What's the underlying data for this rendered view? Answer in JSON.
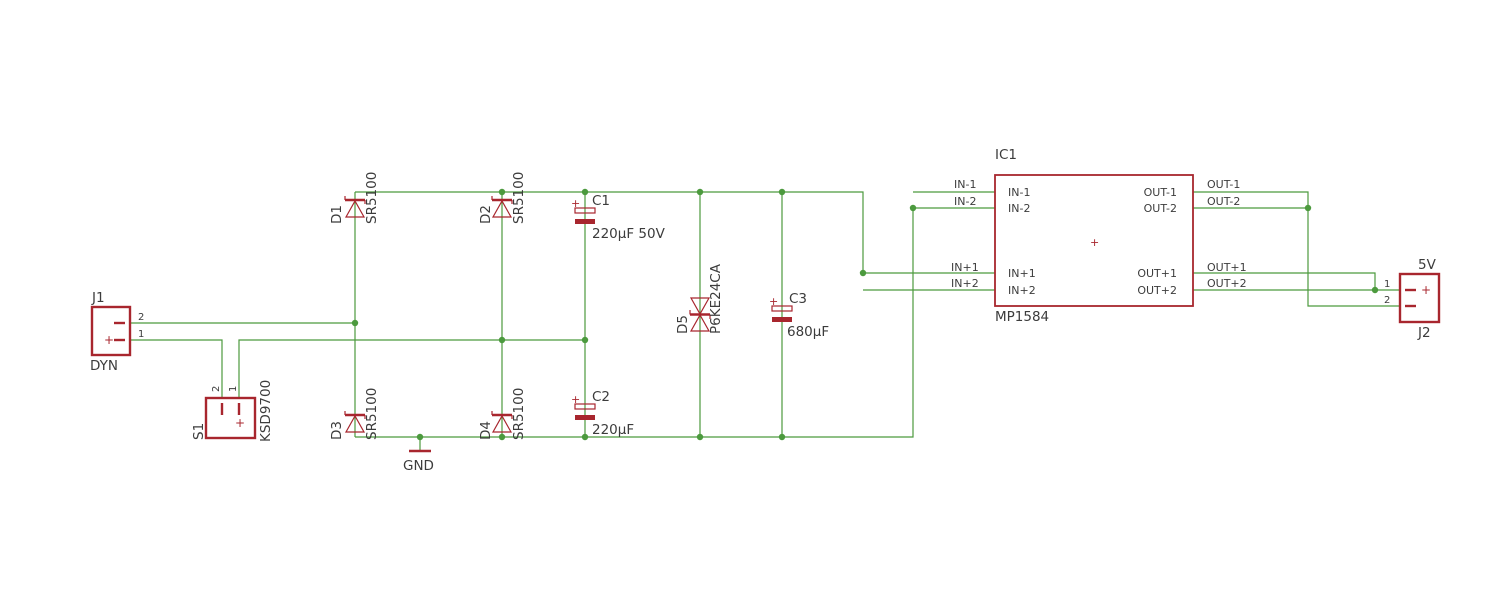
{
  "components": {
    "j1": {
      "name": "J1",
      "value": "DYN",
      "pin1": "1",
      "pin2": "2"
    },
    "j2": {
      "name": "J2",
      "value": "5V",
      "pin1": "1",
      "pin2": "2"
    },
    "s1": {
      "name": "S1",
      "value": "KSD9700",
      "pin1": "1",
      "pin2": "2"
    },
    "d1": {
      "name": "D1",
      "value": "SR5100"
    },
    "d2": {
      "name": "D2",
      "value": "SR5100"
    },
    "d3": {
      "name": "D3",
      "value": "SR5100"
    },
    "d4": {
      "name": "D4",
      "value": "SR5100"
    },
    "d5": {
      "name": "D5",
      "value": "P6KE24CA"
    },
    "c1": {
      "name": "C1",
      "value": "220µF 50V"
    },
    "c2": {
      "name": "C2",
      "value": "220µF"
    },
    "c3": {
      "name": "C3",
      "value": "680µF"
    },
    "ic1": {
      "name": "IC1",
      "value": "MP1584",
      "pins": {
        "in_1": "IN-1",
        "in_2": "IN-2",
        "inp_1": "IN+1",
        "inp_2": "IN+2",
        "out_1": "OUT-1",
        "out_2": "OUT-2",
        "outp_1": "OUT+1",
        "outp_2": "OUT+2"
      }
    },
    "gnd": {
      "name": "GND"
    }
  },
  "nets": {
    "in_1": "IN-1",
    "in_2": "IN-2",
    "inp_1": "IN+1",
    "inp_2": "IN+2",
    "out_1": "OUT-1",
    "out_2": "OUT-2",
    "outp_1": "OUT+1",
    "outp_2": "OUT+2"
  },
  "colors": {
    "wire": "#4c9a3e",
    "part": "#a8262e",
    "text": "#3c3c3c",
    "background": "#ffffff"
  }
}
